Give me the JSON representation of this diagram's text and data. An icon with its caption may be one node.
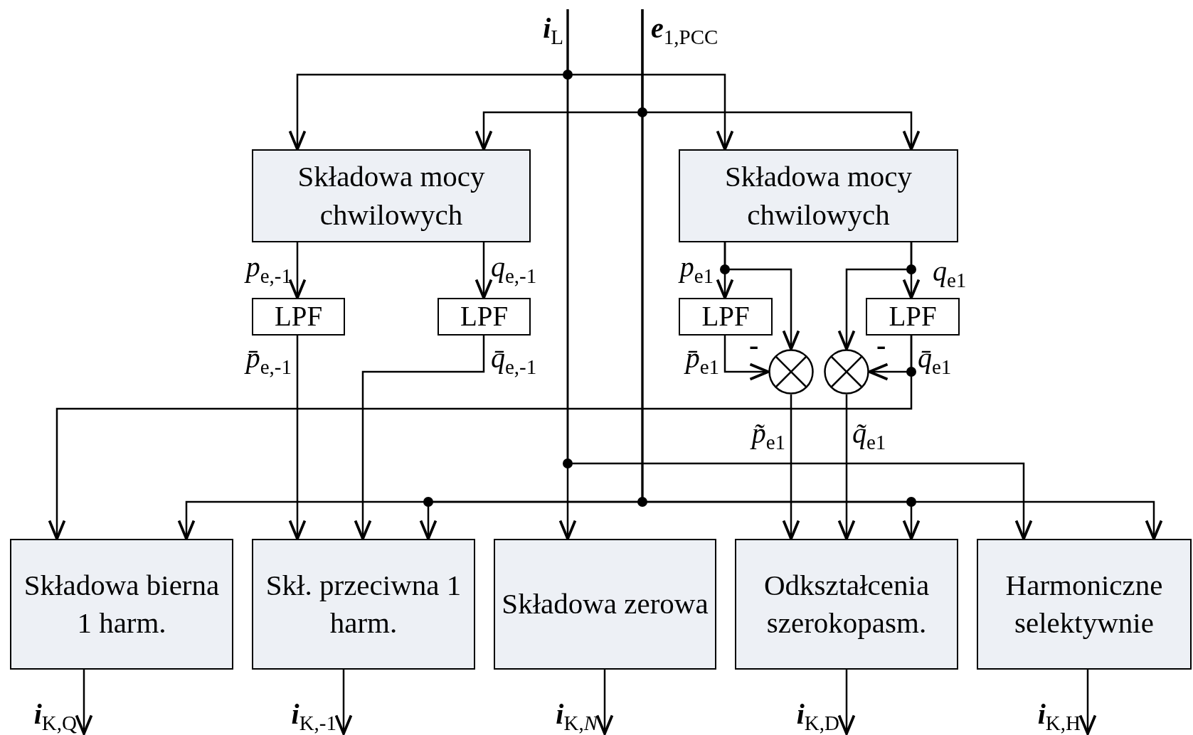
{
  "diagram": {
    "nodes": [
      {
        "text": [
          "Składowa mocy chwilowych"
        ]
      },
      {
        "text": [
          "Składowa mocy chwilowych"
        ]
      },
      {
        "text": [
          "LPF"
        ]
      },
      {
        "text": [
          "LPF"
        ]
      },
      {
        "text": [
          "LPF"
        ]
      },
      {
        "text": [
          "LPF"
        ]
      },
      {
        "text": [],
        "shape": "circle"
      },
      {
        "text": [],
        "shape": "circle"
      },
      {
        "text": [
          "Składowa bierna 1 harm."
        ]
      },
      {
        "text": [
          "Skł. przeciwna 1 harm."
        ]
      },
      {
        "text": [
          "Składowa zerowa"
        ]
      },
      {
        "text": [
          "Odkształcenia szerokopasm."
        ]
      },
      {
        "text": [
          "Harmoniczne selektywnie"
        ]
      }
    ],
    "edges": [
      {
        "from": null,
        "to": 0,
        "arrow": "to"
      },
      {
        "from": null,
        "to": 1,
        "arrow": "to"
      },
      {
        "from": null,
        "to": 10,
        "arrow": "to"
      },
      {
        "from": null,
        "to": 12,
        "arrow": "to"
      },
      {
        "from": null,
        "to": 0,
        "arrow": "to"
      },
      {
        "from": null,
        "to": 1,
        "arrow": "to"
      },
      {
        "from": null,
        "to": 8,
        "arrow": "to"
      },
      {
        "from": null,
        "to": 9,
        "arrow": "to"
      },
      {
        "from": null,
        "to": 11,
        "arrow": "to"
      },
      {
        "from": null,
        "to": 12,
        "arrow": "to"
      },
      {
        "from": 0,
        "to": 2,
        "arrow": "to",
        "label": "*p*$_{e,-1}$"
      },
      {
        "from": 0,
        "to": 3,
        "arrow": "to",
        "label": "*q*$_{e,-1}$"
      },
      {
        "from": 1,
        "to": 4,
        "arrow": "to",
        "label": "*p*$_{e1}$"
      },
      {
        "from": 1,
        "to": 5,
        "arrow": "to",
        "label": "*q*$_{e1}$"
      },
      {
        "from": 1,
        "to": 6,
        "arrow": "to"
      },
      {
        "from": 1,
        "to": 7,
        "arrow": "to"
      },
      {
        "from": 2,
        "to": 9,
        "arrow": "to",
        "label": "*p̄*$_{e,-1}$"
      },
      {
        "from": 3,
        "to": 9,
        "arrow": "to",
        "label": "*q̄*$_{e,-1}$"
      },
      {
        "from": 4,
        "to": 6,
        "arrow": "to",
        "label": "*p̄*$_{e1}$"
      },
      {
        "from": 5,
        "to": 7,
        "arrow": "to",
        "label": "*q̄*$_{e1}$"
      },
      {
        "from": 5,
        "to": 8,
        "arrow": "to"
      },
      {
        "from": 6,
        "to": 11,
        "arrow": "to",
        "label": "*p̃*$_{e1}$"
      },
      {
        "from": 7,
        "to": 11,
        "arrow": "to",
        "label": "*q̃*$_{e1}$"
      },
      {
        "from": 8,
        "to": null,
        "arrow": "to",
        "label": "**i**$_{K,Q}$"
      },
      {
        "from": 9,
        "to": null,
        "arrow": "to",
        "label": "**i**$_{K,-1}$"
      },
      {
        "from": 10,
        "to": null,
        "arrow": "to",
        "label": "**i**$_{K,}$*$_{N}$*"
      },
      {
        "from": 11,
        "to": null,
        "arrow": "to",
        "label": "**i**$_{K,D}$"
      },
      {
        "from": 12,
        "to": null,
        "arrow": "to",
        "label": "**i**$_{K,H}$"
      }
    ],
    "labels": [
      "**i**$_{L}$",
      "**e**$_{1,PCC}$",
      "-",
      "-"
    ]
  }
}
